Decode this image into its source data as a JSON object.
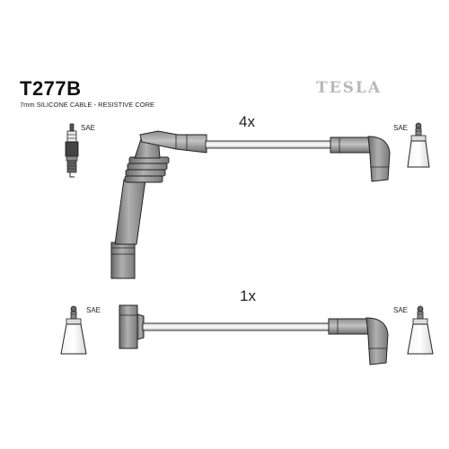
{
  "header": {
    "part_code": "T277B",
    "subtitle": "7mm SILICONE CABLE - RESISTIVE CORE",
    "brand": "TESLA"
  },
  "cables": {
    "top_quantity": "4x",
    "bottom_quantity": "1x"
  },
  "terminals": {
    "top_left": "SAE",
    "top_right": "SAE",
    "bottom_left": "SAE",
    "bottom_right": "SAE"
  }
}
